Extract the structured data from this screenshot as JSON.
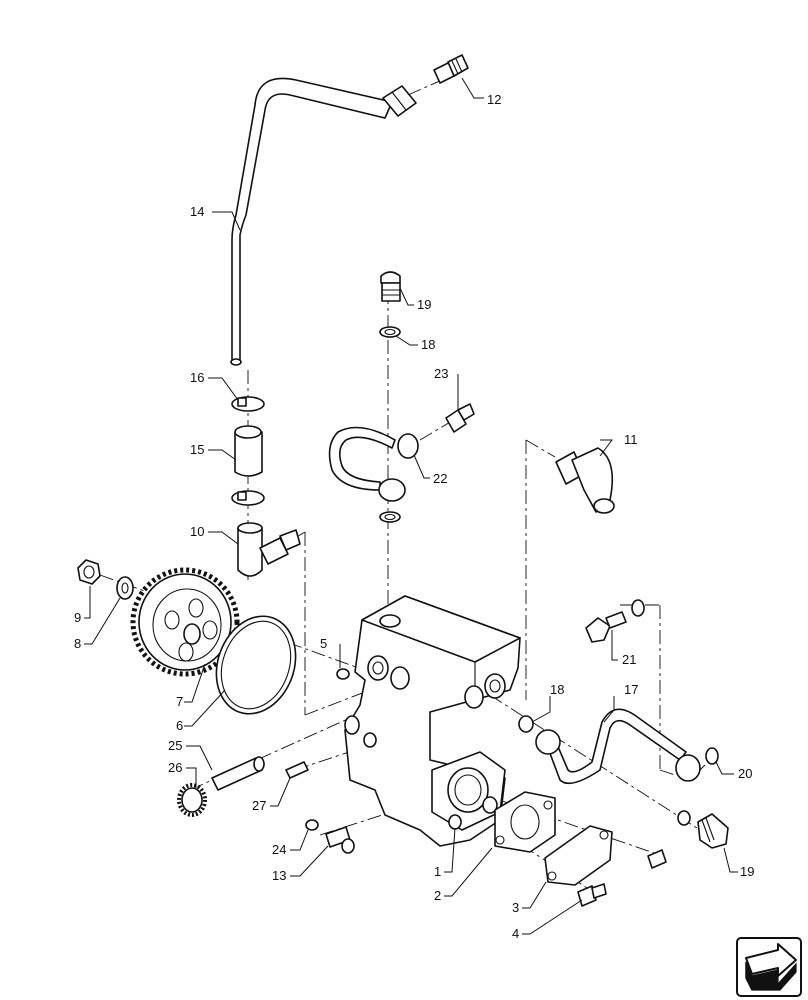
{
  "diagram": {
    "callouts": [
      {
        "id": "12",
        "text": "12"
      },
      {
        "id": "14",
        "text": "14"
      },
      {
        "id": "19a",
        "text": "19"
      },
      {
        "id": "18a",
        "text": "18"
      },
      {
        "id": "23",
        "text": "23"
      },
      {
        "id": "16",
        "text": "16"
      },
      {
        "id": "15",
        "text": "15"
      },
      {
        "id": "11",
        "text": "11"
      },
      {
        "id": "22",
        "text": "22"
      },
      {
        "id": "10",
        "text": "10"
      },
      {
        "id": "9",
        "text": "9"
      },
      {
        "id": "8",
        "text": "8"
      },
      {
        "id": "21",
        "text": "21"
      },
      {
        "id": "5",
        "text": "5"
      },
      {
        "id": "7",
        "text": "7"
      },
      {
        "id": "18b",
        "text": "18"
      },
      {
        "id": "17",
        "text": "17"
      },
      {
        "id": "6",
        "text": "6"
      },
      {
        "id": "25",
        "text": "25"
      },
      {
        "id": "26",
        "text": "26"
      },
      {
        "id": "20",
        "text": "20"
      },
      {
        "id": "27",
        "text": "27"
      },
      {
        "id": "24",
        "text": "24"
      },
      {
        "id": "1",
        "text": "1"
      },
      {
        "id": "13",
        "text": "13"
      },
      {
        "id": "19b",
        "text": "19"
      },
      {
        "id": "2",
        "text": "2"
      },
      {
        "id": "3",
        "text": "3"
      },
      {
        "id": "4",
        "text": "4"
      }
    ],
    "nav_icon": "next-page-arrow-icon"
  }
}
